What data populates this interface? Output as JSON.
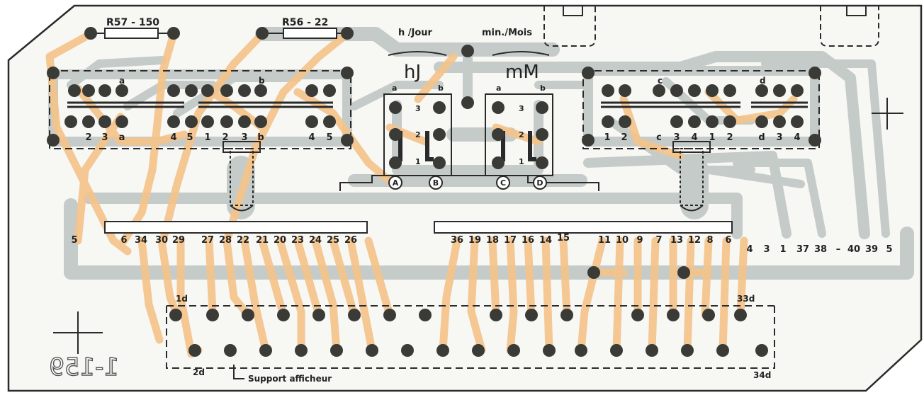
{
  "colors": {
    "background": "#ffffff",
    "board_fill": "#f7f7f4",
    "outline": "#2a2a2a",
    "grey_track": "#c5cbc9",
    "orange_track": "#f4c48b",
    "pad": "#3a3a36",
    "text": "#222222"
  },
  "resistors": {
    "r57": "R57 - 150",
    "r56": "R56 - 22"
  },
  "switch_labels": {
    "h_jour": "h /Jour",
    "min_mois": "min./Mois",
    "hj": "hJ",
    "mm": "mM",
    "a1": "a",
    "b1": "b",
    "a2": "a",
    "b2": "b",
    "pos3a": "3",
    "pos2a": "2",
    "pos1a": "1",
    "pos3b": "3",
    "pos2b": "2",
    "pos1b": "1",
    "A": "A",
    "B": "B",
    "C": "C",
    "D": "D"
  },
  "relay_labels": {
    "left_top_a": "a",
    "left_top_b": "b",
    "left_bottom": [
      "2",
      "3",
      "a",
      "4",
      "5",
      "1",
      "2",
      "3",
      "b",
      "4",
      "5"
    ],
    "right_top_c": "c",
    "right_top_d": "d",
    "right_bottom": [
      "1",
      "2",
      "c",
      "3",
      "4",
      "1",
      "2",
      "d",
      "3",
      "4"
    ]
  },
  "pin_numbers": [
    "5",
    "6",
    "34",
    "30",
    "29",
    "27",
    "28",
    "22",
    "21",
    "20",
    "23",
    "24",
    "25",
    "26",
    "36",
    "19",
    "18",
    "17",
    "16",
    "14",
    "15",
    "11",
    "10",
    "9",
    "7",
    "13",
    "12",
    "8",
    "6",
    "4",
    "3",
    "1",
    "37",
    "38",
    "–",
    "40",
    "39",
    "5"
  ],
  "connector": {
    "label_1d": "1d",
    "label_33d": "33d",
    "label_2d": "2d",
    "label_34d": "34d",
    "support": "Support afficheur"
  },
  "board_id": "1-159"
}
